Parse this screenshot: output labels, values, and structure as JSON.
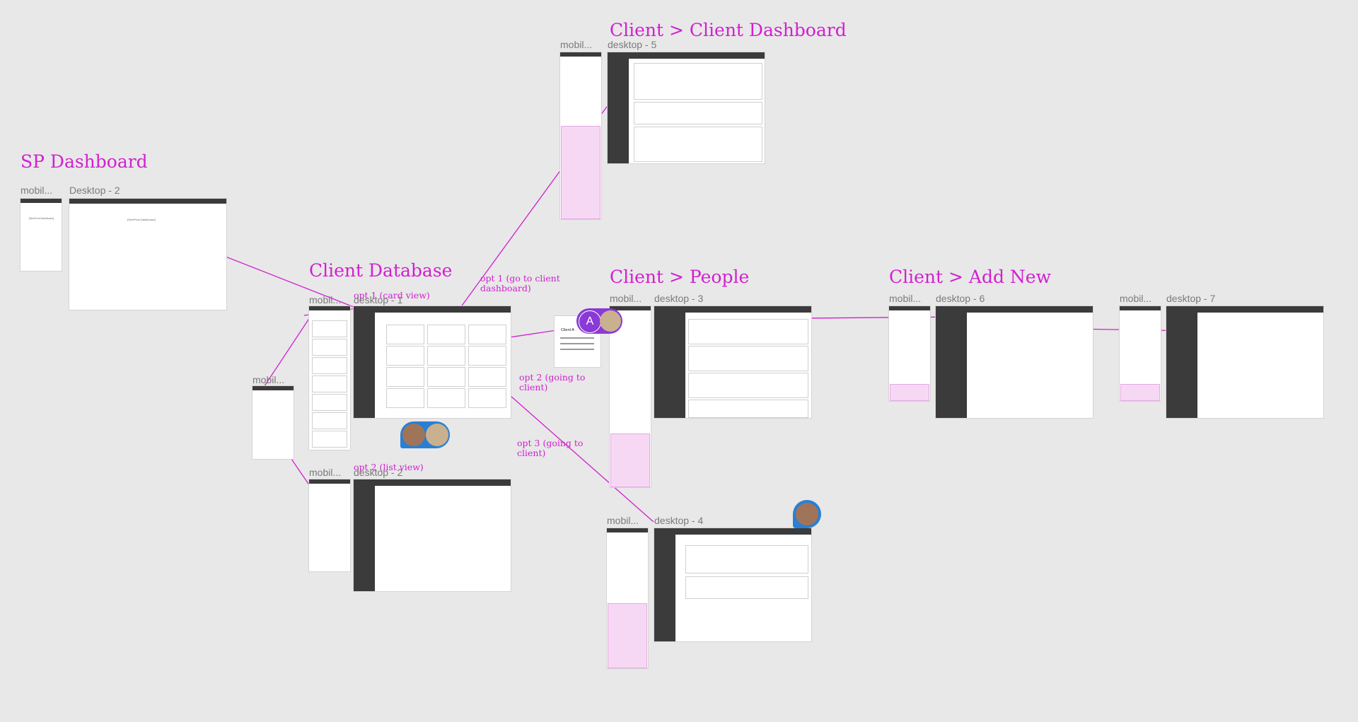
{
  "sections": {
    "sp_dashboard": "SP Dashboard",
    "client_database": "Client Database",
    "client_dashboard": "Client > Client Dashboard",
    "client_people": "Client > People",
    "client_add_new": "Client > Add New"
  },
  "annotations": {
    "opt1_card": "opt 1 (card view)",
    "opt1_dashboard": "opt 1 (go to client\ndashboard)",
    "opt2_client": "opt 2 (going to\nclient)",
    "opt3_client": "opt 3 (going to\nclient)",
    "opt2_list": "opt 2 (list view)"
  },
  "frame_labels": {
    "mobile": "mobil...",
    "desktop_2": "Desktop - 2",
    "desktop_5": "desktop - 5",
    "desktop_3": "desktop - 3",
    "desktop_6": "desktop - 6",
    "desktop_7": "desktop - 7",
    "desktop_4": "desktop - 4",
    "desktop_gen": "desktop - 2",
    "desktop_1": "desktop - 1"
  },
  "frame_text": {
    "sp_mobile_placeholder": "[ServProd Dashboard]",
    "sp_desktop_placeholder": "[ServProd Dashboard]",
    "client_a": "Client A",
    "cursor_a": "A"
  },
  "colors": {
    "accent": "#d21fd0",
    "canvas": "#e8e8e8",
    "dark": "#3b3b3b",
    "pink": "#f7d8f4",
    "cursor_purple": "#8a3ad6",
    "cursor_blue": "#2a7fd4"
  }
}
